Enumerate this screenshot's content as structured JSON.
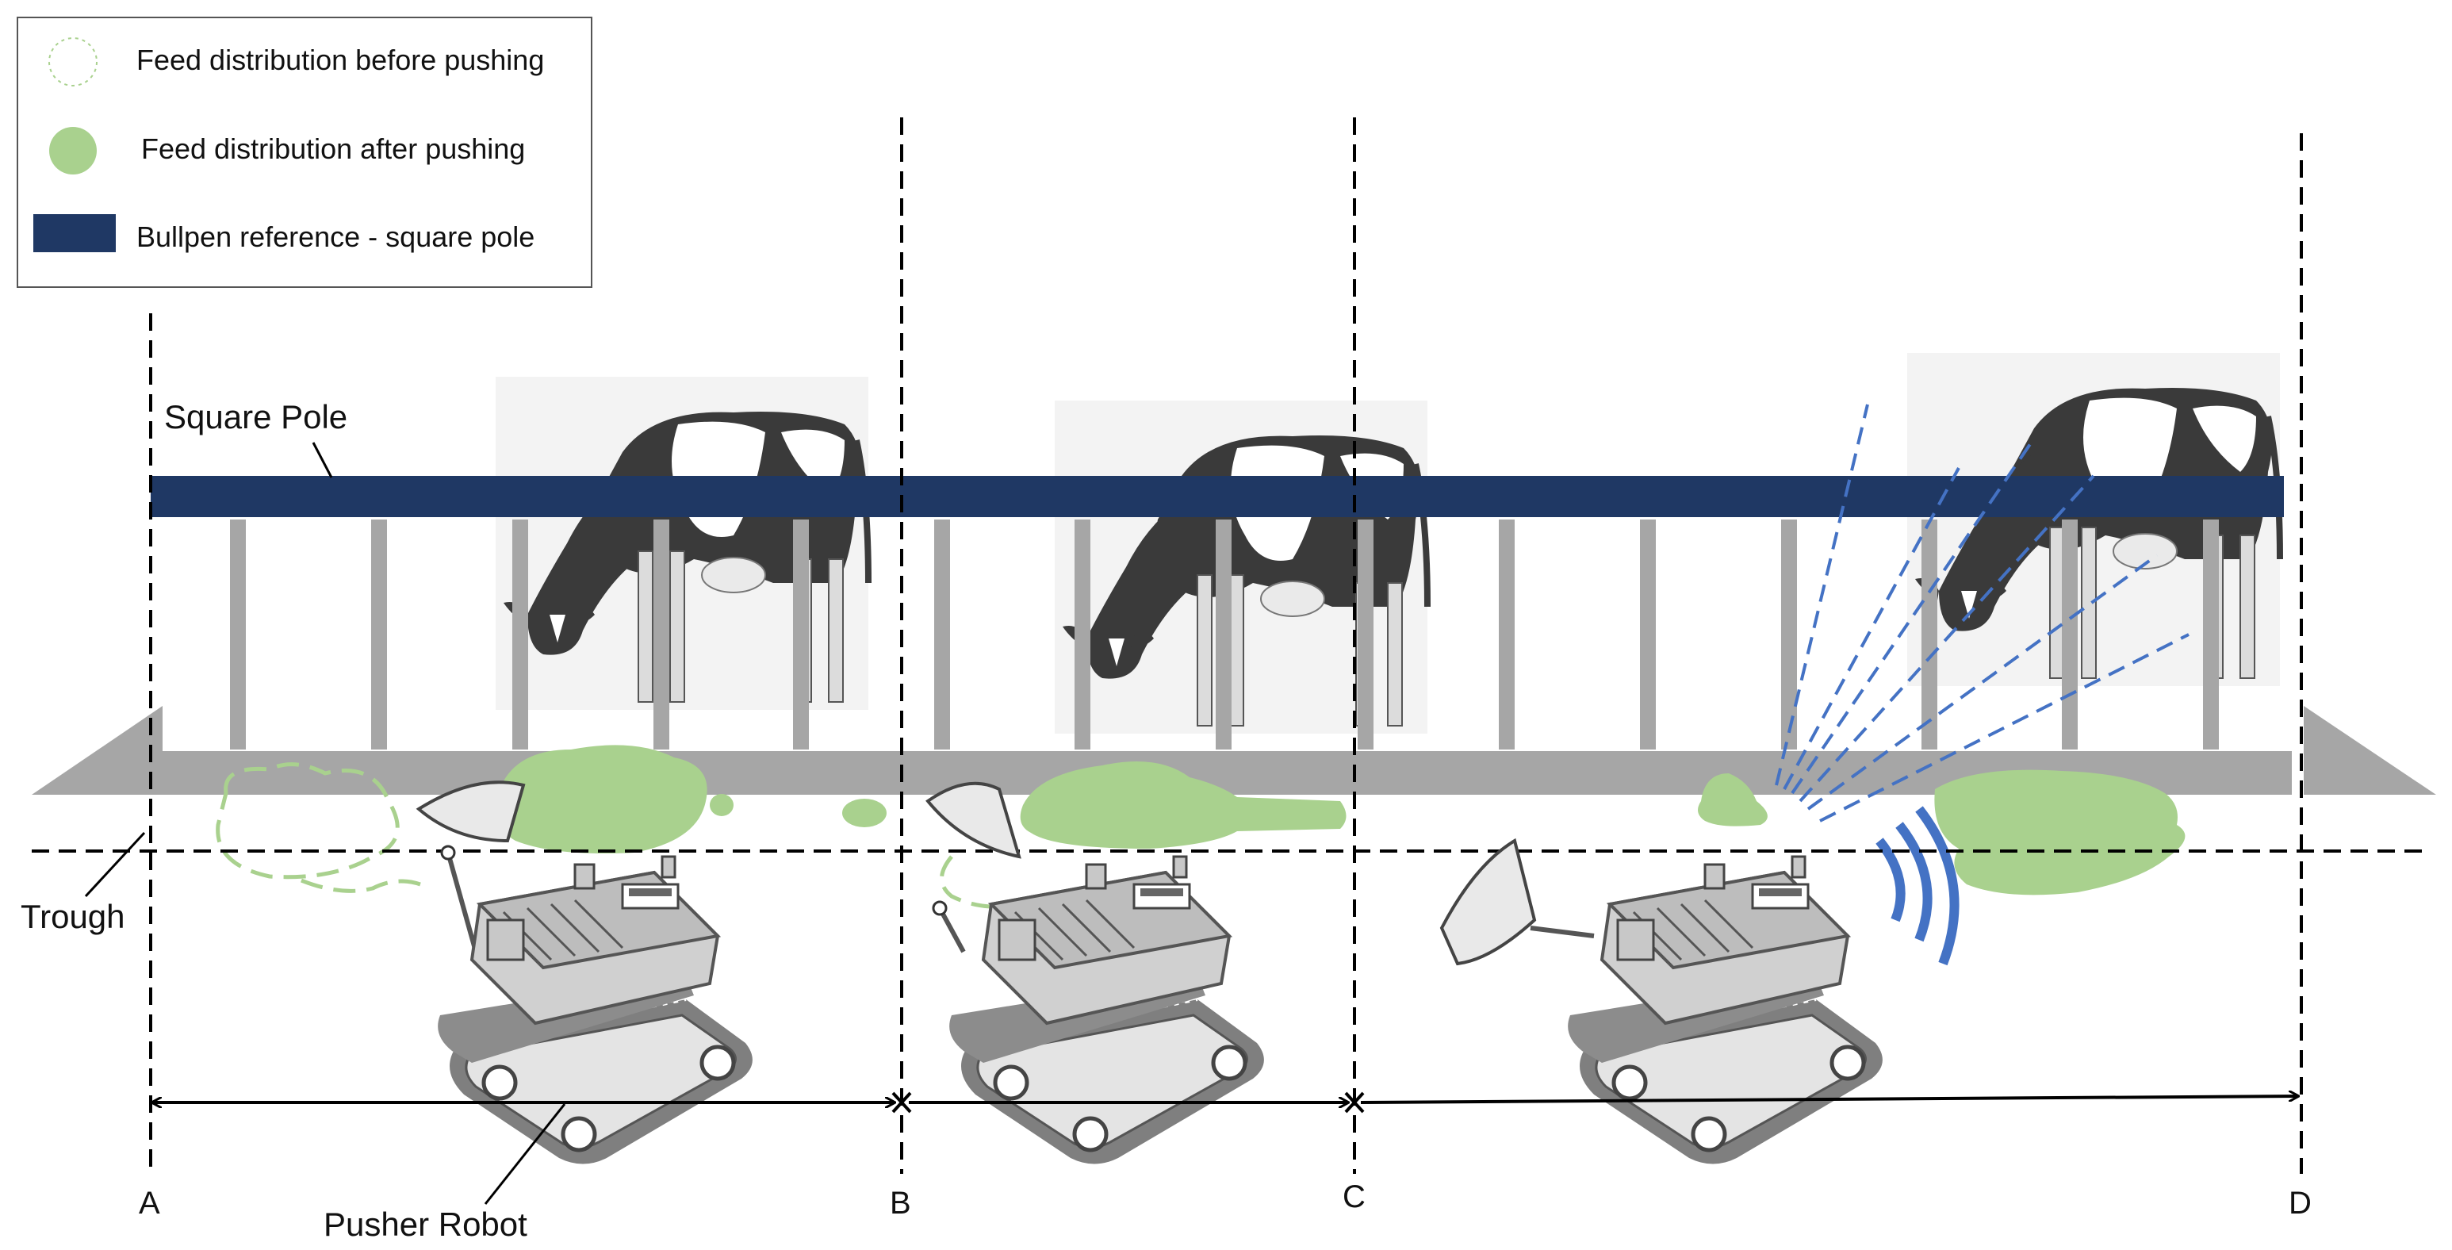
{
  "legend": {
    "items": [
      {
        "label": "Feed distribution before pushing",
        "symbol": "dashed-green-circle-icon"
      },
      {
        "label": "Feed distribution after pushing",
        "symbol": "solid-green-circle-icon"
      },
      {
        "label": "Bullpen reference - square pole",
        "symbol": "navy-rectangle-icon"
      }
    ]
  },
  "labels": {
    "square_pole": "Square Pole",
    "trough": "Trough",
    "pusher_robot": "Pusher Robot"
  },
  "markers": [
    "A",
    "B",
    "C",
    "D"
  ],
  "colors": {
    "pole": "#1f3864",
    "feed": "#a9d18e",
    "feed_outline": "#a9d18e",
    "rail": "#a6a6a6",
    "sensor_beam": "#4472c4",
    "signal": "#4472c4"
  }
}
